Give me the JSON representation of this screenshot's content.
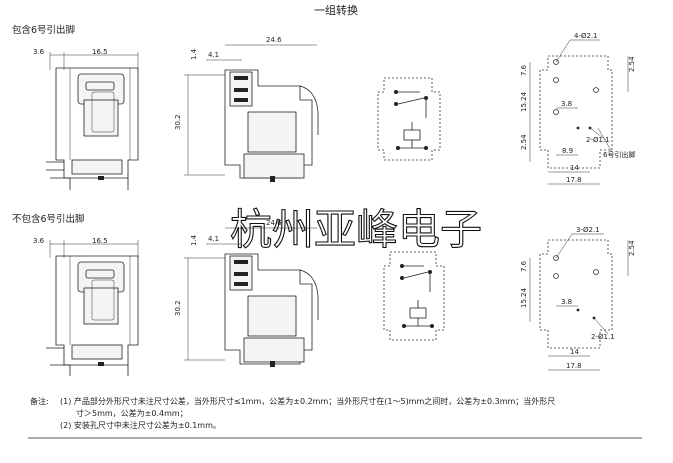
{
  "header": {
    "title": "一组转换"
  },
  "sections": [
    {
      "title": "包含6号引出脚",
      "side_dims": {
        "a": "3.6",
        "b": "16.5"
      },
      "front_dims": {
        "a": "1.4",
        "b": "4.1",
        "c": "24.6",
        "d": "30.2"
      },
      "pcb_dims": {
        "holes": "4-Ø2.1",
        "d1": "7.6",
        "d2": "2.54",
        "d3": "15.24",
        "d4": "3.8",
        "d5": "2-Ø1.1",
        "d6": "2.54",
        "d7": "8.9",
        "d8": "14",
        "d9": "17.8",
        "pin_label": "6号引出脚"
      }
    },
    {
      "title": "不包含6号引出脚",
      "side_dims": {
        "a": "3.6",
        "b": "16.5"
      },
      "front_dims": {
        "a": "1.4",
        "b": "4.1",
        "c": "24.6",
        "d": "30.2"
      },
      "pcb_dims": {
        "holes": "3-Ø2.1",
        "d1": "7.6",
        "d2": "2.54",
        "d3": "15.24",
        "d4": "3.8",
        "d5": "2-Ø1.1",
        "d8": "14",
        "d9": "17.8"
      }
    }
  ],
  "watermark": "杭州亚峰电子",
  "notes": {
    "prefix": "备注:",
    "n1_a": "(1)  产品部分外形尺寸未注尺寸公差，当外形尺寸≤1mm，公差为±0.2mm；当外形尺寸在(1～5)mm之间时，公差为±0.3mm；当外形尺",
    "n1_b": "寸＞5mm，公差为±0.4mm；",
    "n2": "(2)  安装孔尺寸中未注尺寸公差为±0.1mm。"
  }
}
